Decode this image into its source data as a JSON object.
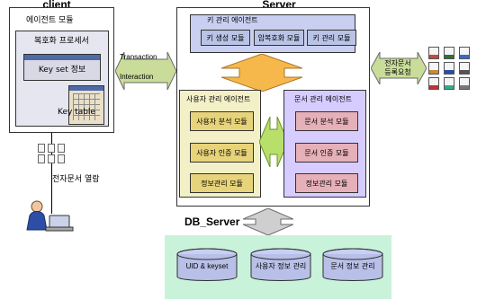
{
  "client": {
    "title": "client",
    "agent_module_label": "에이전트 모듈",
    "decrypt_label": "복호화 프로세서",
    "keyset_label": "Key set 정보",
    "keytable_label": "Key table"
  },
  "links": {
    "transaction": "Transaction",
    "interaction": "Interaction"
  },
  "server": {
    "title": "Server",
    "key_agent": {
      "label": "키 관리 에이전트",
      "modules": [
        "키 생성 모듈",
        "암복호화 모듈",
        "키 관리 모듈"
      ]
    },
    "user_agent": {
      "label": "사용자 관리 에이전트",
      "modules": [
        "사용자 분석 모듈",
        "사용자 인증 모듈",
        "정보관리 모듈"
      ]
    },
    "doc_agent": {
      "label": "문서 관리 에이전트",
      "modules": [
        "문서 분석 모듈",
        "문서 인증 모듈",
        "정보관리 모듈"
      ]
    }
  },
  "right_request": {
    "label_line1": "전자문서",
    "label_line2": "등록요청"
  },
  "left_view": {
    "label": "전자문서 열람"
  },
  "db_server": {
    "title": "DB_Server",
    "dbs": [
      "UID & keyset",
      "사용자 정보 관리",
      "문서 정보 관리"
    ]
  },
  "colors": {
    "client_bg": "#ffffff",
    "agent_box_bg": "#e6e6f0",
    "keyset_bg": "#d9d9e6",
    "server_key_bg": "#c9cff0",
    "key_module_bg": "#b9c3e6",
    "user_bg": "#f3f0c8",
    "user_module_bg": "#e7d37a",
    "doc_bg": "#d6ccff",
    "doc_module_bg": "#e6b0b8",
    "db_bg": "#c9f2da",
    "db_cyl": "#b8c0e8",
    "arrow_orange": "#f7b84b",
    "arrow_green": "#b7df6a"
  }
}
